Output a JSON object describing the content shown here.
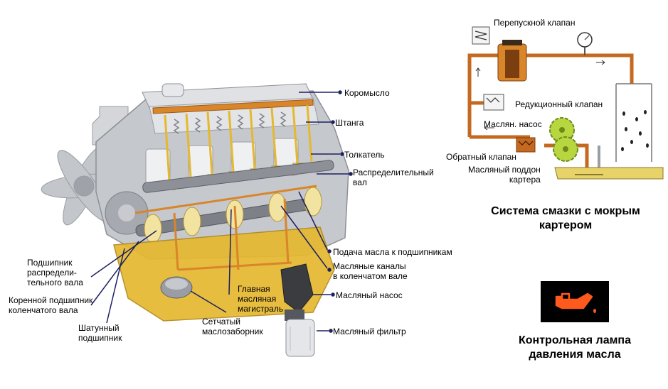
{
  "engine_labels": {
    "rocker": "Коромысло",
    "pushrod": "Штанга",
    "tappet": "Толкатель",
    "camshaft": "Распределительный\nвал",
    "oil_feed_bearings": "Подача масла к подшипникам",
    "crank_oil_channels": "Масляные каналы\nв коленчатом вале",
    "oil_pump": "Масляный насос",
    "oil_filter": "Масляный фильтр",
    "camshaft_bearing": "Подшипник\nраспредели-\nтельного вала",
    "main_bearing": "Коренной подшипник\nколенчатого вала",
    "conrod_bearing": "Шатунный\nподшипник",
    "main_gallery": "Главная\nмасляная\nмагистраль",
    "strainer": "Сетчатый\nмаслозаборник"
  },
  "system_labels": {
    "bypass_valve": "Перепускной клапан",
    "reducing_valve": "Редукционный клапан",
    "oil_pump": "Маслян. насос",
    "check_valve": "Обратный клапан",
    "oil_pan": "Масляный поддон\nкартера"
  },
  "titles": {
    "wet_sump": "Система смазки с мокрым\nкартером",
    "pressure_lamp": "Контрольная лампа\nдавления масла"
  },
  "colors": {
    "oil": "#d9852a",
    "oil_dark": "#c4691f",
    "engine_gray": "#b9bcc2",
    "engine_dark": "#8d9096",
    "sump_yellow": "#e6b830",
    "pan_yellow": "#e8d26a",
    "pump_green": "#b8d640",
    "lamp_orange": "#ff5a1e",
    "line_navy": "#1c2060"
  },
  "icons": [
    "oil-can-icon",
    "pressure-gauge-icon",
    "spring-valve-icon"
  ]
}
